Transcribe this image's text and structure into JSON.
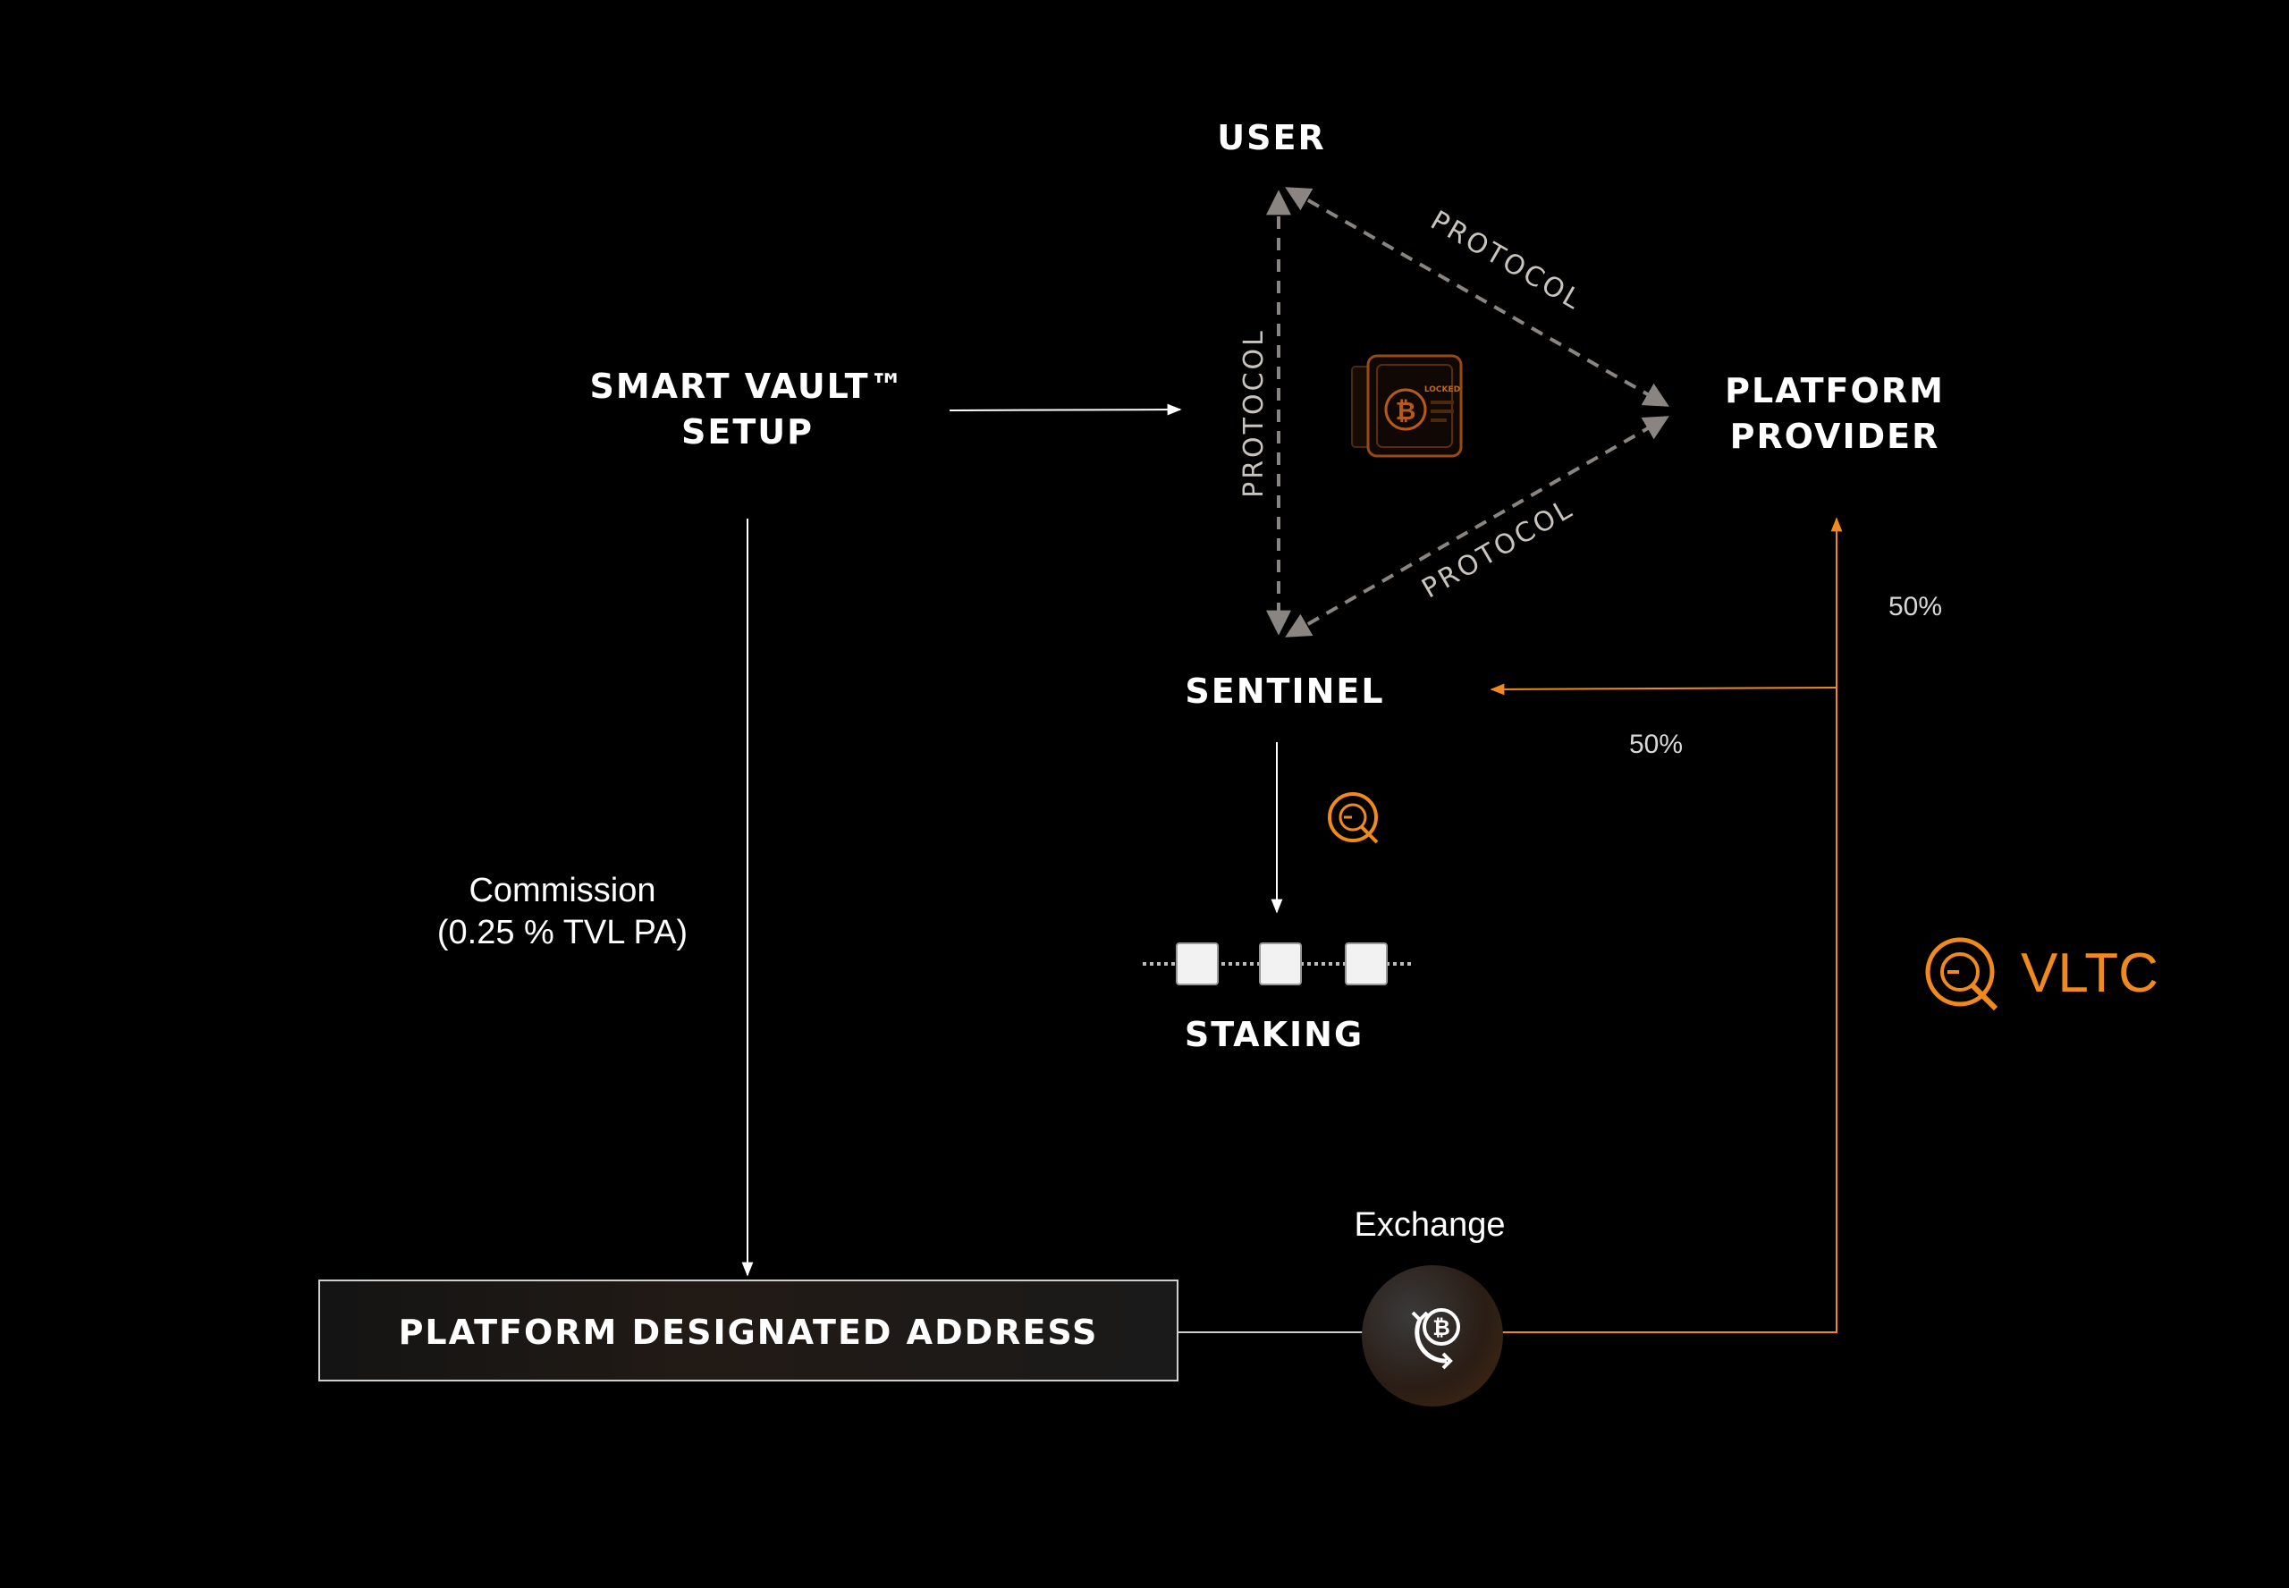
{
  "nodes": {
    "user": "USER",
    "platform_provider": [
      "PLATFORM",
      "PROVIDER"
    ],
    "smart_vault": [
      "SMART VAULT™",
      "SETUP"
    ],
    "sentinel": "SENTINEL",
    "staking": "STAKING",
    "platform_address": "PLATFORM DESIGNATED ADDRESS"
  },
  "edges": {
    "protocol_user_provider": "PROTOCOL",
    "protocol_user_sentinel": "PROTOCOL",
    "protocol_sentinel_provider": "PROTOCOL",
    "commission": [
      "Commission",
      "(0.25 % TVL PA)"
    ],
    "exchange": "Exchange",
    "pct_provider": "50%",
    "pct_sentinel": "50%"
  },
  "vault_badge": "LOCKED",
  "token": {
    "name": "VLTC",
    "icon": "vltc-coin-icon"
  },
  "colors": {
    "background": "#000000",
    "accent_orange": "#f08a1c",
    "line_white": "#ffffff",
    "protocol_dash": "#8a8580"
  }
}
